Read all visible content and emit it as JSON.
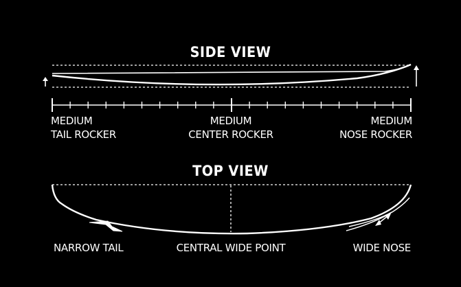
{
  "side_view": {
    "title": "SIDE VIEW",
    "labels": {
      "tail": {
        "line1": "MEDIUM",
        "line2": "TAIL ROCKER"
      },
      "center": {
        "line1": "MEDIUM",
        "line2": "CENTER ROCKER"
      },
      "nose": {
        "line1": "MEDIUM",
        "line2": "NOSE ROCKER"
      }
    }
  },
  "top_view": {
    "title": "TOP VIEW",
    "labels": {
      "tail": "NARROW TAIL",
      "center": "CENTRAL WIDE POINT",
      "nose": "WIDE NOSE"
    }
  },
  "colors": {
    "background": "#000000",
    "foreground": "#ffffff"
  }
}
